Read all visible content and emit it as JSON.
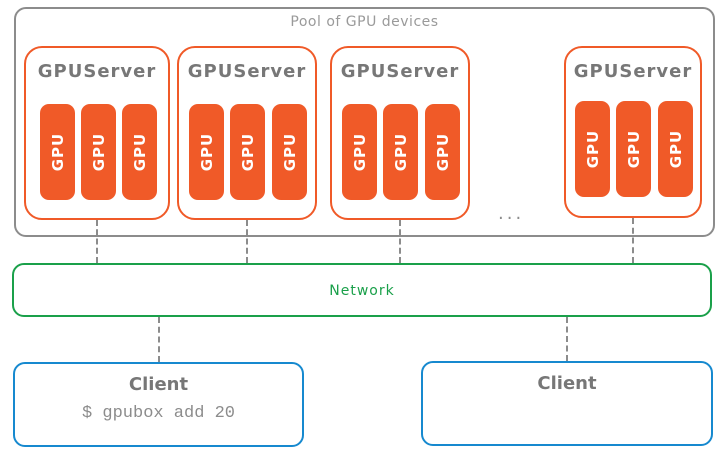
{
  "pool": {
    "title": "Pool of GPU devices",
    "ellipsis": "...",
    "servers": [
      {
        "title": "GPUServer",
        "gpus": [
          "GPU",
          "GPU",
          "GPU"
        ]
      },
      {
        "title": "GPUServer",
        "gpus": [
          "GPU",
          "GPU",
          "GPU"
        ]
      },
      {
        "title": "GPUServer",
        "gpus": [
          "GPU",
          "GPU",
          "GPU"
        ]
      },
      {
        "title": "GPUServer",
        "gpus": [
          "GPU",
          "GPU",
          "GPU"
        ]
      }
    ]
  },
  "network": {
    "label": "Network"
  },
  "clients": [
    {
      "title": "Client",
      "command": "$ gpubox add 20"
    },
    {
      "title": "Client",
      "command": ""
    }
  ],
  "colors": {
    "server": "#f05a28",
    "network": "#1aa04a",
    "client": "#1689cf",
    "pool": "#8c8c8c"
  }
}
